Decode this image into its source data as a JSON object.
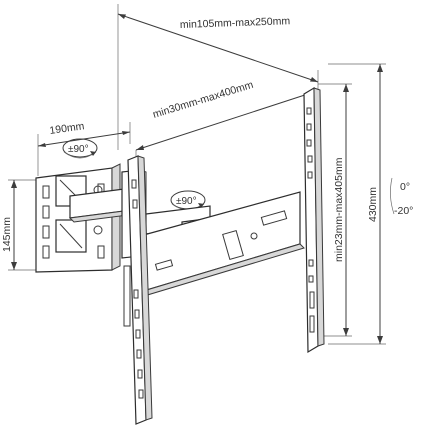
{
  "dimensions": {
    "arm_extension": "min105mm-max250mm",
    "horizontal_vesa": "min30mm-max400mm",
    "vertical_vesa": "min23mm-max405mm",
    "wall_plate_width": "190mm",
    "wall_plate_height": "145mm",
    "bracket_height": "430mm"
  },
  "swivel": {
    "wall_swivel": "±90°",
    "arm_swivel": "±90°"
  },
  "tilt": {
    "up": "0°",
    "down": "-20°"
  }
}
